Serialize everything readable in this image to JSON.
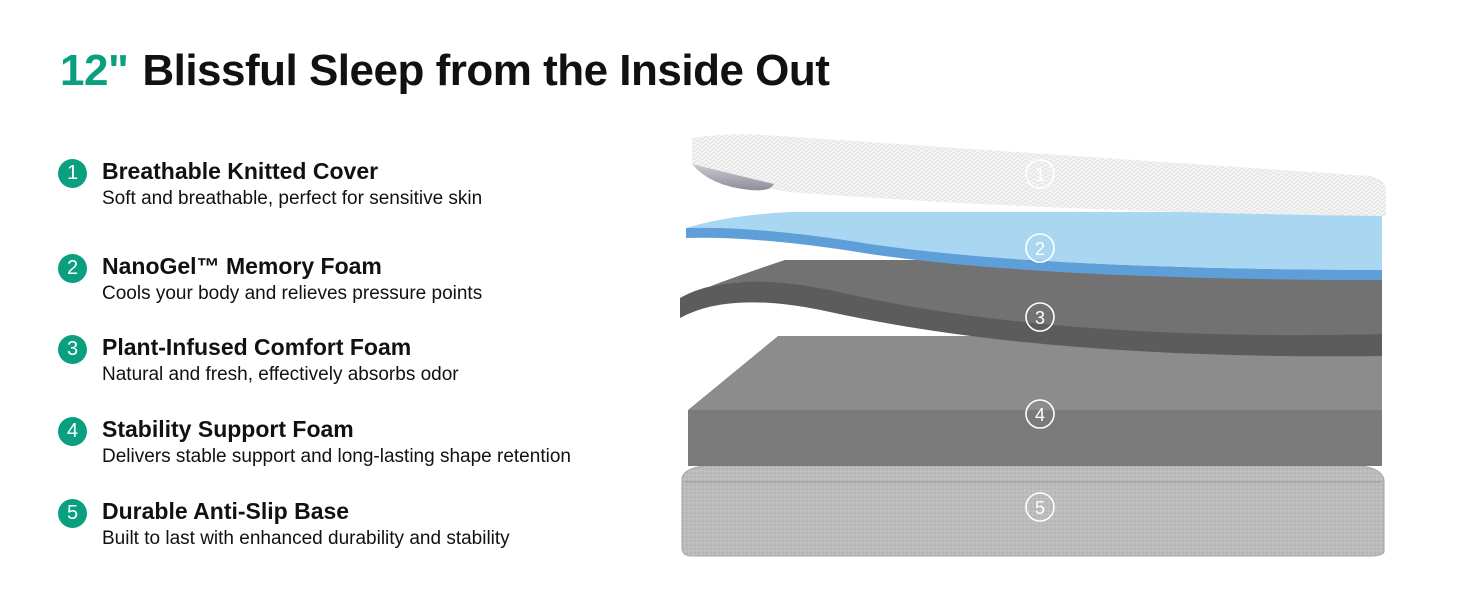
{
  "headline": {
    "size": "12\"",
    "text": "Blissful Sleep from the Inside Out"
  },
  "colors": {
    "accent": "#0a9f7e"
  },
  "features": [
    {
      "number": "1",
      "title": "Breathable Knitted Cover",
      "description": "Soft and breathable, perfect for sensitive skin"
    },
    {
      "number": "2",
      "title": "NanoGel™ Memory Foam",
      "description": "Cools your body and relieves pressure points"
    },
    {
      "number": "3",
      "title": "Plant-Infused Comfort Foam",
      "description": "Natural and fresh, effectively absorbs odor"
    },
    {
      "number": "4",
      "title": "Stability Support Foam",
      "description": "Delivers stable support and long-lasting shape retention"
    },
    {
      "number": "5",
      "title": "Durable Anti-Slip Base",
      "description": "Built to last with enhanced durability and stability"
    }
  ],
  "layers": [
    {
      "number": "1",
      "color": "#f2f2f2"
    },
    {
      "number": "2",
      "color": "#a8d8f3"
    },
    {
      "number": "3",
      "color": "#6f6f6f"
    },
    {
      "number": "4",
      "color": "#8a8a8a"
    },
    {
      "number": "5",
      "color": "#b9b9b9"
    }
  ]
}
